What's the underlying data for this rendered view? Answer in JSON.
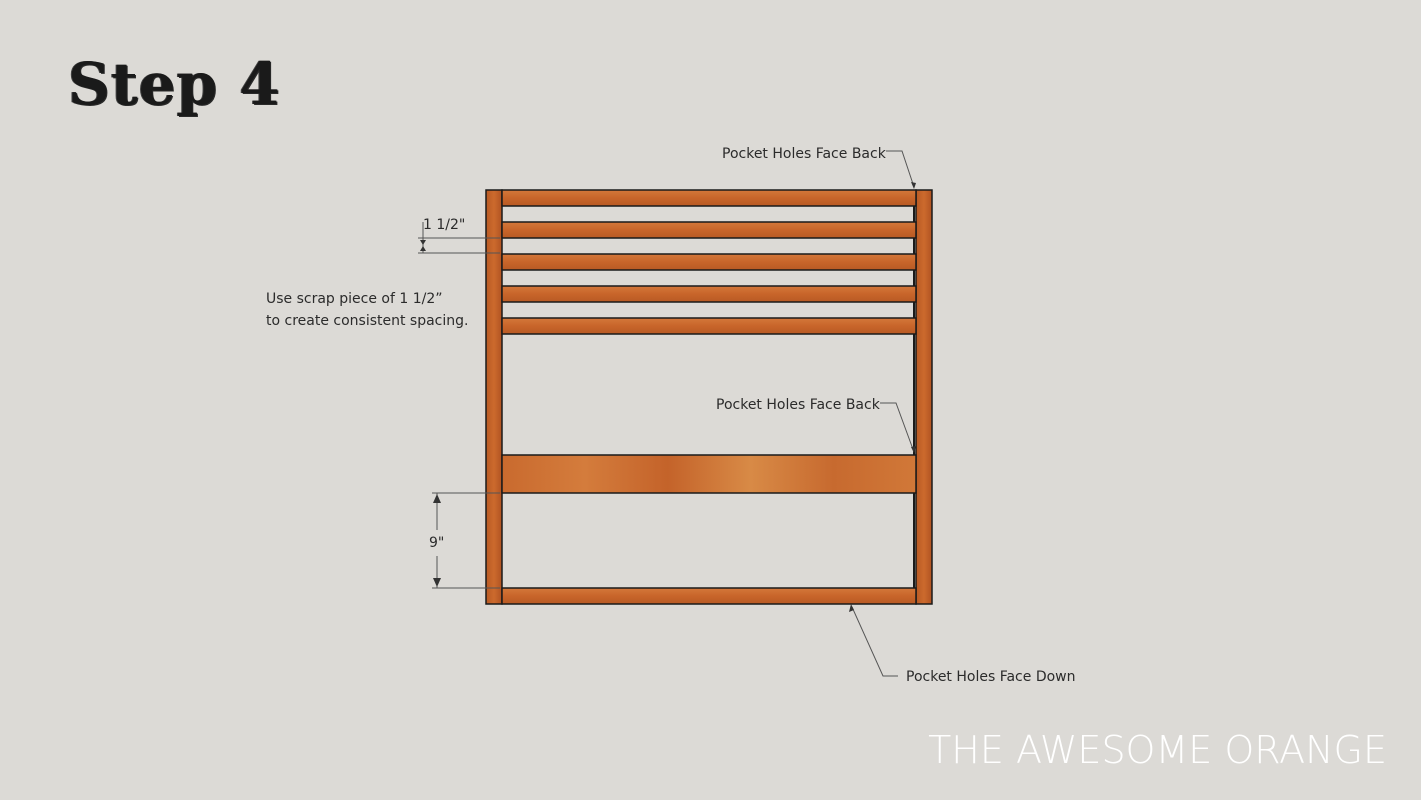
{
  "title": "Step 4",
  "labels": {
    "top_right": "Pocket Holes Face Back",
    "middle_right": "Pocket Holes Face Back",
    "bottom": "Pocket Holes Face Down"
  },
  "dimensions": {
    "slat_gap": "1 1/2\"",
    "bottom_gap": "9\""
  },
  "note": {
    "line1": "Use scrap piece of 1 1/2”",
    "line2": "to create consistent spacing."
  },
  "brand": "THE AWESOME ORANGE",
  "colors": {
    "background": "#dcdad6",
    "wood": "#c8652a",
    "wood_light": "#d9843f",
    "wood_dark": "#a24d1c",
    "outline": "#1a1a1a",
    "dimension_line": "#555555"
  }
}
